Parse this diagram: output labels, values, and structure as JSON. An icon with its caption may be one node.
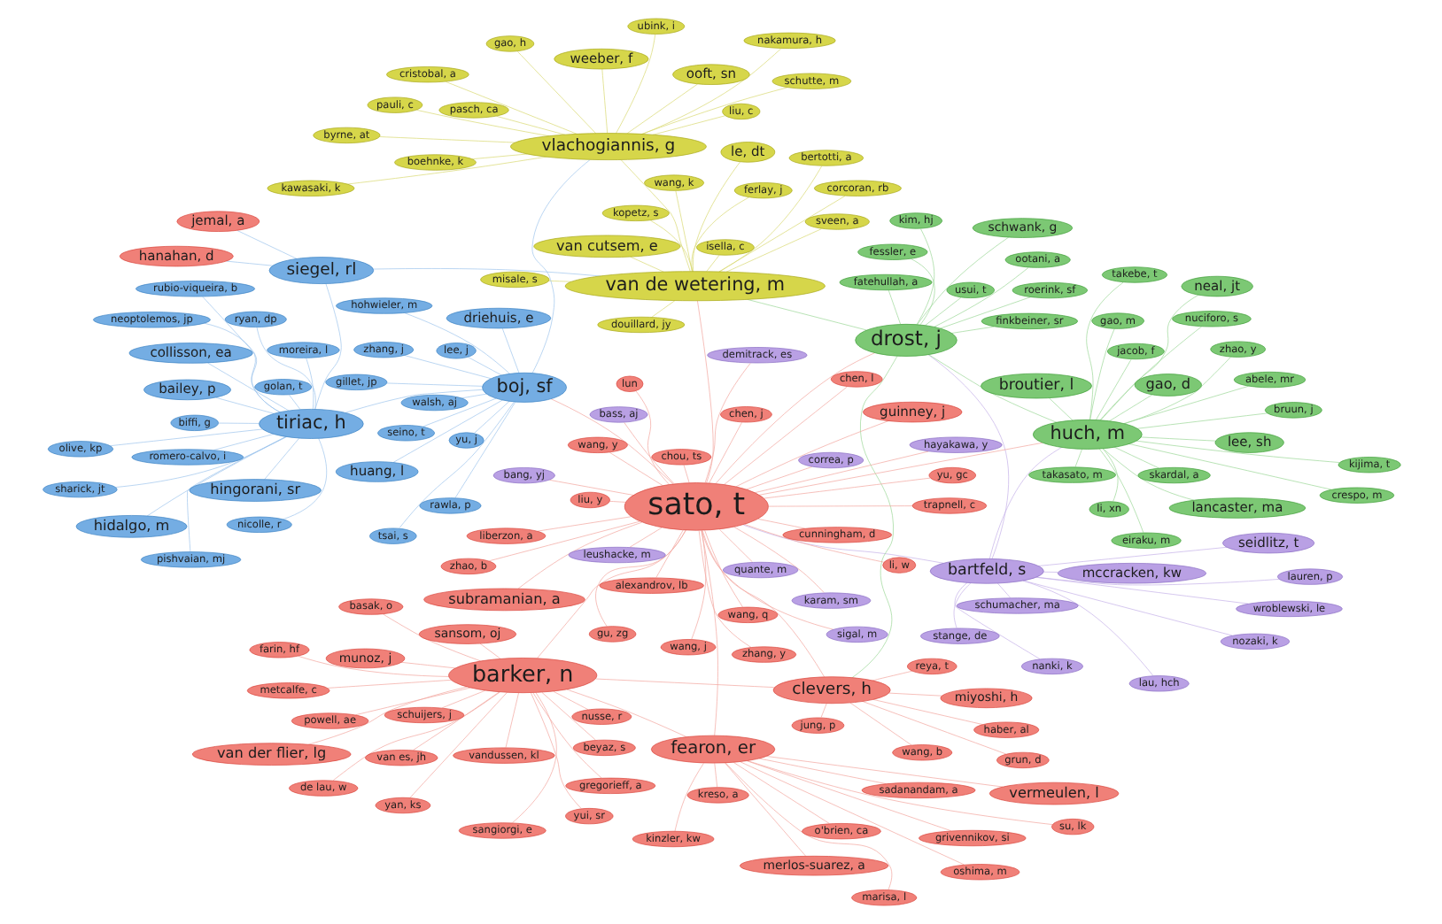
{
  "diagram": {
    "nodes": [
      {
        "text": [
          "takasato, m"
        ]
      },
      {
        "text": [
          "finkbeiner, sr"
        ]
      },
      {
        "text": [
          "eiraku, m"
        ]
      },
      {
        "text": [
          "takebe, t"
        ]
      },
      {
        "text": [
          "mccracken, kw"
        ]
      },
      {
        "text": [
          "schumacher, ma"
        ]
      },
      {
        "text": [
          "bartfeld, s"
        ]
      },
      {
        "text": [
          "wroblewski, le"
        ]
      },
      {
        "text": [
          "lancaster, ma"
        ]
      },
      {
        "text": [
          "crespo, m"
        ]
      },
      {
        "text": [
          "nozaki, k"
        ]
      },
      {
        "text": [
          "stange, de"
        ]
      },
      {
        "text": [
          "kijima, t"
        ]
      },
      {
        "text": [
          "seidlitz, t"
        ]
      },
      {
        "text": [
          "demitrack, es"
        ]
      },
      {
        "text": [
          "sigal, m"
        ]
      },
      {
        "text": [
          "karam, sm"
        ]
      },
      {
        "text": [
          "gao, m"
        ]
      },
      {
        "text": [
          "fatehullah, a"
        ]
      },
      {
        "text": [
          "jacob, f"
        ]
      },
      {
        "text": [
          "skardal, a"
        ]
      },
      {
        "text": [
          "nanki, k"
        ]
      },
      {
        "text": [
          "schwank, g"
        ]
      },
      {
        "text": [
          "hayakawa, y"
        ]
      },
      {
        "text": [
          "kim, hj"
        ]
      },
      {
        "text": [
          "yui, sr"
        ]
      },
      {
        "text": [
          "nuciforo, s"
        ]
      },
      {
        "text": [
          "huch, m"
        ]
      },
      {
        "text": [
          "lau, hch"
        ]
      },
      {
        "text": [
          "lauren, p"
        ]
      },
      {
        "text": [
          "correa, p"
        ]
      },
      {
        "text": [
          "vandussen, kl"
        ]
      },
      {
        "text": [
          "kawasaki, k"
        ]
      },
      {
        "text": [
          "usui, t"
        ]
      },
      {
        "text": [
          "ootani, a"
        ]
      },
      {
        "text": [
          "quante, m"
        ]
      },
      {
        "text": [
          "gao, d"
        ]
      },
      {
        "text": [
          "hohwieler, m"
        ]
      },
      {
        "text": [
          "broutier, l"
        ]
      },
      {
        "text": [
          "cristobal, a"
        ]
      },
      {
        "text": [
          "bass, aj"
        ]
      },
      {
        "text": [
          "fessler, e"
        ]
      },
      {
        "text": [
          "leushacke, m"
        ]
      },
      {
        "text": [
          "zhao, y"
        ]
      },
      {
        "text": [
          "lee, sh"
        ]
      },
      {
        "text": [
          "li, xn"
        ]
      },
      {
        "text": [
          "grun, d"
        ]
      },
      {
        "text": [
          "drost, j"
        ]
      },
      {
        "text": [
          "abele, mr"
        ]
      },
      {
        "text": [
          "clevers, h"
        ]
      },
      {
        "text": [
          "farin, hf"
        ]
      },
      {
        "text": [
          "nakamura, h"
        ]
      },
      {
        "text": [
          "wang, k"
        ]
      },
      {
        "text": [
          "neal, jt"
        ]
      },
      {
        "text": [
          "lee, j"
        ]
      },
      {
        "text": [
          "jung, p"
        ]
      },
      {
        "text": [
          "de lau, w"
        ]
      },
      {
        "text": [
          "weeber, f"
        ]
      },
      {
        "text": [
          "roerink, sf"
        ]
      },
      {
        "text": [
          "bang, yj"
        ]
      },
      {
        "text": [
          "liu, y"
        ]
      },
      {
        "text": [
          "barker, n"
        ]
      },
      {
        "text": [
          "pauli, c"
        ]
      },
      {
        "text": [
          "driehuis, e"
        ]
      },
      {
        "text": [
          "bruun, j"
        ]
      },
      {
        "text": [
          "sato, t"
        ]
      },
      {
        "text": [
          "cunningham, d"
        ]
      },
      {
        "text": [
          "beyaz, s"
        ]
      },
      {
        "text": [
          "wang, b"
        ]
      },
      {
        "text": [
          "powell, ae"
        ]
      },
      {
        "text": [
          "sangiorgi, e"
        ]
      },
      {
        "text": [
          "vlachogiannis, g"
        ]
      },
      {
        "text": [
          "van de wetering, m"
        ]
      },
      {
        "text": [
          "seino, t"
        ]
      },
      {
        "text": [
          "huang, l"
        ]
      },
      {
        "text": [
          "pasch, ca"
        ]
      },
      {
        "text": [
          "ooft, sn"
        ]
      },
      {
        "text": [
          "yan, ks"
        ]
      },
      {
        "text": [
          "van es, jh"
        ]
      },
      {
        "text": [
          "miyoshi, h"
        ]
      },
      {
        "text": [
          "walsh, aj"
        ]
      },
      {
        "text": [
          "byrne, at"
        ]
      },
      {
        "text": [
          "ferlay, j"
        ]
      },
      {
        "text": [
          "wang, q"
        ]
      },
      {
        "text": [
          "lun"
        ]
      },
      {
        "text": [
          "wang, y"
        ]
      },
      {
        "text": [
          "reya, t"
        ]
      },
      {
        "text": [
          "basak, o"
        ]
      },
      {
        "text": [
          "boj, sf"
        ]
      },
      {
        "text": [
          "tsai, s"
        ]
      },
      {
        "text": [
          "ubink, i"
        ]
      },
      {
        "text": [
          "van der flier, lg"
        ]
      },
      {
        "text": [
          "nusse, r"
        ]
      },
      {
        "text": [
          "chen, j"
        ]
      },
      {
        "text": [
          "schuijers, j"
        ]
      },
      {
        "text": [
          "boehnke, k"
        ]
      },
      {
        "text": [
          "yu, j"
        ]
      },
      {
        "text": [
          "liu, c"
        ]
      },
      {
        "text": [
          "li, w"
        ]
      },
      {
        "text": [
          "tiriac, h"
        ]
      },
      {
        "text": [
          "moreira, l"
        ]
      },
      {
        "text": [
          "jemal, a"
        ]
      },
      {
        "text": [
          "zhao, b"
        ]
      },
      {
        "text": [
          "sharick, jt"
        ]
      },
      {
        "text": [
          "gillet, jp"
        ]
      },
      {
        "text": [
          "schutte, m"
        ]
      },
      {
        "text": [
          "haber, al"
        ]
      },
      {
        "text": [
          "gregorieff, a"
        ]
      },
      {
        "text": [
          "hanahan, d"
        ]
      },
      {
        "text": [
          "chen, l"
        ]
      },
      {
        "text": [
          "grivennikov, si"
        ]
      },
      {
        "text": [
          "vermeulen, l"
        ]
      },
      {
        "text": [
          "munoz, j"
        ]
      },
      {
        "text": [
          "metcalfe, c"
        ]
      },
      {
        "text": [
          "biffi, g"
        ]
      },
      {
        "text": [
          "gao, h"
        ]
      },
      {
        "text": [
          "zhang, j"
        ]
      },
      {
        "text": [
          "alexandrov, lb"
        ]
      },
      {
        "text": [
          "zhang, y"
        ]
      },
      {
        "text": [
          "yu, gc"
        ]
      },
      {
        "text": [
          "romero-calvo, i"
        ]
      },
      {
        "text": [
          "hidalgo, m"
        ]
      },
      {
        "text": [
          "rawla, p"
        ]
      },
      {
        "text": [
          "fearon, er"
        ]
      },
      {
        "text": [
          "su, lk"
        ]
      },
      {
        "text": [
          "kinzler, kw"
        ]
      },
      {
        "text": [
          "siegel, rl"
        ]
      },
      {
        "text": [
          "o'brien, ca"
        ]
      },
      {
        "text": [
          "sansom, oj"
        ]
      },
      {
        "text": [
          "kreso, a"
        ]
      },
      {
        "text": [
          "rubio-viqueira, b"
        ]
      },
      {
        "text": [
          "ryan, dp"
        ]
      },
      {
        "text": [
          "wang, j"
        ]
      },
      {
        "text": [
          "trapnell, c"
        ]
      },
      {
        "text": [
          "guinney, j"
        ]
      },
      {
        "text": [
          "merlos-suarez, a"
        ]
      },
      {
        "text": [
          "oshima, m"
        ]
      },
      {
        "text": [
          "nicolle, r"
        ]
      },
      {
        "text": [
          "bailey, p"
        ]
      },
      {
        "text": [
          "hingorani, sr"
        ]
      },
      {
        "text": [
          "le, dt"
        ]
      },
      {
        "text": [
          "gu, zg"
        ]
      },
      {
        "text": [
          "chou, ts"
        ]
      },
      {
        "text": [
          "subramanian, a"
        ]
      },
      {
        "text": [
          "olive, kp"
        ]
      },
      {
        "text": [
          "collisson, ea"
        ]
      },
      {
        "text": [
          "neoptolemos, jp"
        ]
      },
      {
        "text": [
          "liberzon, a"
        ]
      },
      {
        "text": [
          "sadanandam, a"
        ]
      },
      {
        "text": [
          "bertotti, a"
        ]
      },
      {
        "text": [
          "sveen, a"
        ]
      },
      {
        "text": [
          "pishvaian, mj"
        ]
      },
      {
        "text": [
          "van cutsem, e"
        ]
      },
      {
        "text": [
          "douillard, jy"
        ]
      },
      {
        "text": [
          "isella, c"
        ]
      },
      {
        "text": [
          "marisa, l"
        ]
      },
      {
        "text": [
          "corcoran, rb"
        ]
      },
      {
        "text": [
          "golan, t"
        ]
      },
      {
        "text": [
          "misale, s"
        ]
      },
      {
        "text": [
          "kopetz, s"
        ]
      }
    ],
    "edges": [
      {
        "from": 65,
        "to": 61,
        "arrow": "none"
      },
      {
        "from": 65,
        "to": 49,
        "arrow": "none"
      },
      {
        "from": 61,
        "to": 49,
        "arrow": "none"
      },
      {
        "from": 65,
        "to": 47,
        "arrow": "none"
      },
      {
        "from": 65,
        "to": 72,
        "arrow": "none"
      },
      {
        "from": 65,
        "to": 27,
        "arrow": "none"
      },
      {
        "from": 65,
        "to": 88,
        "arrow": "none"
      },
      {
        "from": 65,
        "to": 123,
        "arrow": "none"
      },
      {
        "from": 61,
        "to": 123,
        "arrow": "none"
      },
      {
        "from": 47,
        "to": 27,
        "arrow": "none",
        "color": "#9ad795"
      },
      {
        "from": 47,
        "to": 72,
        "arrow": "none",
        "color": "#9ad795"
      },
      {
        "from": 47,
        "to": 49,
        "arrow": "none",
        "color": "#9ad795"
      },
      {
        "from": 72,
        "to": 71,
        "arrow": "none",
        "color": "#d8d86e"
      },
      {
        "from": 6,
        "to": 27,
        "arrow": "none",
        "color": "#c4b0e8"
      },
      {
        "from": 6,
        "to": 47,
        "arrow": "none",
        "color": "#c4b0e8"
      },
      {
        "from": 88,
        "to": 99,
        "arrow": "none",
        "color": "#9dc3ec"
      },
      {
        "from": 88,
        "to": 71,
        "arrow": "none",
        "color": "#9dc3ec"
      },
      {
        "from": 99,
        "to": 126,
        "arrow": "none",
        "color": "#9dc3ec"
      },
      {
        "from": 126,
        "to": 72,
        "arrow": "none",
        "color": "#9dc3ec"
      },
      {
        "from": 6,
        "to": 65,
        "arrow": "none",
        "color": "#c4b0e8"
      },
      {
        "from": 27,
        "to": 0,
        "arrow": "none",
        "color": "#9ad795"
      },
      {
        "from": 47,
        "to": 1,
        "arrow": "none",
        "color": "#9ad795"
      },
      {
        "from": 27,
        "to": 2,
        "arrow": "none",
        "color": "#9ad795"
      },
      {
        "from": 27,
        "to": 3,
        "arrow": "none",
        "color": "#9ad795"
      },
      {
        "from": 6,
        "to": 4,
        "arrow": "none",
        "color": "#c4b0e8"
      },
      {
        "from": 6,
        "to": 5,
        "arrow": "none",
        "color": "#c4b0e8"
      },
      {
        "from": 6,
        "to": 7,
        "arrow": "none",
        "color": "#c4b0e8"
      },
      {
        "from": 27,
        "to": 8,
        "arrow": "none",
        "color": "#9ad795"
      },
      {
        "from": 27,
        "to": 9,
        "arrow": "none",
        "color": "#9ad795"
      },
      {
        "from": 6,
        "to": 10,
        "arrow": "none",
        "color": "#c4b0e8"
      },
      {
        "from": 6,
        "to": 11,
        "arrow": "none",
        "color": "#c4b0e8"
      },
      {
        "from": 27,
        "to": 12,
        "arrow": "none",
        "color": "#9ad795"
      },
      {
        "from": 6,
        "to": 13,
        "arrow": "none",
        "color": "#c4b0e8"
      },
      {
        "from": 65,
        "to": 14,
        "arrow": "none"
      },
      {
        "from": 65,
        "to": 15,
        "arrow": "none"
      },
      {
        "from": 65,
        "to": 16,
        "arrow": "none"
      },
      {
        "from": 27,
        "to": 17,
        "arrow": "none",
        "color": "#9ad795"
      },
      {
        "from": 47,
        "to": 18,
        "arrow": "none",
        "color": "#9ad795"
      },
      {
        "from": 27,
        "to": 19,
        "arrow": "none",
        "color": "#9ad795"
      },
      {
        "from": 27,
        "to": 20,
        "arrow": "none",
        "color": "#9ad795"
      },
      {
        "from": 6,
        "to": 21,
        "arrow": "none",
        "color": "#c4b0e8"
      },
      {
        "from": 47,
        "to": 22,
        "arrow": "none",
        "color": "#9ad795"
      },
      {
        "from": 65,
        "to": 23,
        "arrow": "none"
      },
      {
        "from": 47,
        "to": 24,
        "arrow": "none",
        "color": "#9ad795"
      },
      {
        "from": 61,
        "to": 25,
        "arrow": "none"
      },
      {
        "from": 27,
        "to": 26,
        "arrow": "none",
        "color": "#9ad795"
      },
      {
        "from": 6,
        "to": 28,
        "arrow": "none",
        "color": "#c4b0e8"
      },
      {
        "from": 6,
        "to": 29,
        "arrow": "none",
        "color": "#c4b0e8"
      },
      {
        "from": 65,
        "to": 30,
        "arrow": "none"
      },
      {
        "from": 61,
        "to": 31,
        "arrow": "none"
      },
      {
        "from": 71,
        "to": 32,
        "arrow": "none",
        "color": "#d8d86e"
      },
      {
        "from": 47,
        "to": 33,
        "arrow": "none",
        "color": "#9ad795"
      },
      {
        "from": 47,
        "to": 34,
        "arrow": "none",
        "color": "#9ad795"
      },
      {
        "from": 65,
        "to": 35,
        "arrow": "none"
      },
      {
        "from": 27,
        "to": 36,
        "arrow": "none",
        "color": "#9ad795"
      },
      {
        "from": 88,
        "to": 37,
        "arrow": "none",
        "color": "#9dc3ec"
      },
      {
        "from": 27,
        "to": 38,
        "arrow": "none",
        "color": "#9ad795"
      },
      {
        "from": 71,
        "to": 39,
        "arrow": "none",
        "color": "#d8d86e"
      },
      {
        "from": 65,
        "to": 40,
        "arrow": "none"
      },
      {
        "from": 47,
        "to": 41,
        "arrow": "none",
        "color": "#9ad795"
      },
      {
        "from": 65,
        "to": 42,
        "arrow": "none"
      },
      {
        "from": 27,
        "to": 43,
        "arrow": "none",
        "color": "#9ad795"
      },
      {
        "from": 27,
        "to": 44,
        "arrow": "none",
        "color": "#9ad795"
      },
      {
        "from": 27,
        "to": 45,
        "arrow": "none",
        "color": "#9ad795"
      },
      {
        "from": 49,
        "to": 46,
        "arrow": "none"
      },
      {
        "from": 27,
        "to": 48,
        "arrow": "none",
        "color": "#9ad795"
      },
      {
        "from": 61,
        "to": 50,
        "arrow": "none"
      },
      {
        "from": 71,
        "to": 51,
        "arrow": "none",
        "color": "#d8d86e"
      },
      {
        "from": 72,
        "to": 52,
        "arrow": "none",
        "color": "#d8d86e"
      },
      {
        "from": 27,
        "to": 53,
        "arrow": "none",
        "color": "#9ad795"
      },
      {
        "from": 88,
        "to": 54,
        "arrow": "none",
        "color": "#9dc3ec"
      },
      {
        "from": 49,
        "to": 55,
        "arrow": "none"
      },
      {
        "from": 61,
        "to": 56,
        "arrow": "none"
      },
      {
        "from": 71,
        "to": 57,
        "arrow": "none",
        "color": "#d8d86e"
      },
      {
        "from": 47,
        "to": 58,
        "arrow": "none",
        "color": "#9ad795"
      },
      {
        "from": 65,
        "to": 59,
        "arrow": "none"
      },
      {
        "from": 65,
        "to": 60,
        "arrow": "none"
      },
      {
        "from": 71,
        "to": 62,
        "arrow": "none",
        "color": "#d8d86e"
      },
      {
        "from": 88,
        "to": 63,
        "arrow": "none",
        "color": "#9dc3ec"
      },
      {
        "from": 27,
        "to": 64,
        "arrow": "none",
        "color": "#9ad795"
      },
      {
        "from": 65,
        "to": 66,
        "arrow": "none"
      },
      {
        "from": 61,
        "to": 67,
        "arrow": "none"
      },
      {
        "from": 49,
        "to": 68,
        "arrow": "none"
      },
      {
        "from": 61,
        "to": 69,
        "arrow": "none"
      },
      {
        "from": 61,
        "to": 70,
        "arrow": "none"
      },
      {
        "from": 88,
        "to": 73,
        "arrow": "none",
        "color": "#9dc3ec"
      },
      {
        "from": 88,
        "to": 74,
        "arrow": "none",
        "color": "#9dc3ec"
      },
      {
        "from": 71,
        "to": 75,
        "arrow": "none",
        "color": "#d8d86e"
      },
      {
        "from": 71,
        "to": 76,
        "arrow": "none",
        "color": "#d8d86e"
      },
      {
        "from": 61,
        "to": 77,
        "arrow": "none"
      },
      {
        "from": 61,
        "to": 78,
        "arrow": "none"
      },
      {
        "from": 49,
        "to": 79,
        "arrow": "none"
      },
      {
        "from": 88,
        "to": 80,
        "arrow": "none",
        "color": "#9dc3ec"
      },
      {
        "from": 71,
        "to": 81,
        "arrow": "none",
        "color": "#d8d86e"
      },
      {
        "from": 72,
        "to": 82,
        "arrow": "none",
        "color": "#d8d86e"
      },
      {
        "from": 65,
        "to": 83,
        "arrow": "none"
      },
      {
        "from": 65,
        "to": 84,
        "arrow": "none"
      },
      {
        "from": 65,
        "to": 85,
        "arrow": "none"
      },
      {
        "from": 49,
        "to": 86,
        "arrow": "none"
      },
      {
        "from": 61,
        "to": 87,
        "arrow": "none"
      },
      {
        "from": 88,
        "to": 89,
        "arrow": "none",
        "color": "#9dc3ec"
      },
      {
        "from": 71,
        "to": 90,
        "arrow": "none",
        "color": "#d8d86e"
      },
      {
        "from": 61,
        "to": 91,
        "arrow": "none"
      },
      {
        "from": 61,
        "to": 92,
        "arrow": "none"
      },
      {
        "from": 65,
        "to": 93,
        "arrow": "none"
      },
      {
        "from": 61,
        "to": 94,
        "arrow": "none"
      },
      {
        "from": 71,
        "to": 95,
        "arrow": "none",
        "color": "#d8d86e"
      },
      {
        "from": 88,
        "to": 96,
        "arrow": "none",
        "color": "#9dc3ec"
      },
      {
        "from": 71,
        "to": 97,
        "arrow": "none",
        "color": "#d8d86e"
      },
      {
        "from": 65,
        "to": 98,
        "arrow": "none"
      },
      {
        "from": 99,
        "to": 100,
        "arrow": "none",
        "color": "#9dc3ec"
      },
      {
        "from": 126,
        "to": 101,
        "arrow": "none",
        "color": "#9dc3ec"
      },
      {
        "from": 65,
        "to": 102,
        "arrow": "none"
      },
      {
        "from": 99,
        "to": 103,
        "arrow": "none",
        "color": "#9dc3ec"
      },
      {
        "from": 88,
        "to": 104,
        "arrow": "none",
        "color": "#9dc3ec"
      },
      {
        "from": 71,
        "to": 105,
        "arrow": "none",
        "color": "#d8d86e"
      },
      {
        "from": 49,
        "to": 106,
        "arrow": "none"
      },
      {
        "from": 61,
        "to": 107,
        "arrow": "none"
      },
      {
        "from": 126,
        "to": 108,
        "arrow": "none",
        "color": "#9dc3ec"
      },
      {
        "from": 65,
        "to": 109,
        "arrow": "none"
      },
      {
        "from": 123,
        "to": 110,
        "arrow": "none"
      },
      {
        "from": 123,
        "to": 111,
        "arrow": "none"
      },
      {
        "from": 61,
        "to": 112,
        "arrow": "none"
      },
      {
        "from": 61,
        "to": 113,
        "arrow": "none"
      },
      {
        "from": 99,
        "to": 114,
        "arrow": "none",
        "color": "#9dc3ec"
      },
      {
        "from": 71,
        "to": 115,
        "arrow": "none",
        "color": "#d8d86e"
      },
      {
        "from": 88,
        "to": 116,
        "arrow": "none",
        "color": "#9dc3ec"
      },
      {
        "from": 65,
        "to": 117,
        "arrow": "none"
      },
      {
        "from": 65,
        "to": 118,
        "arrow": "none"
      },
      {
        "from": 65,
        "to": 119,
        "arrow": "none"
      },
      {
        "from": 99,
        "to": 120,
        "arrow": "none",
        "color": "#9dc3ec"
      },
      {
        "from": 99,
        "to": 121,
        "arrow": "none",
        "color": "#9dc3ec"
      },
      {
        "from": 88,
        "to": 122,
        "arrow": "none",
        "color": "#9dc3ec"
      },
      {
        "from": 123,
        "to": 124,
        "arrow": "none"
      },
      {
        "from": 123,
        "to": 125,
        "arrow": "none"
      },
      {
        "from": 123,
        "to": 127,
        "arrow": "none"
      },
      {
        "from": 61,
        "to": 128,
        "arrow": "none"
      },
      {
        "from": 123,
        "to": 129,
        "arrow": "none"
      },
      {
        "from": 99,
        "to": 130,
        "arrow": "none",
        "color": "#9dc3ec"
      },
      {
        "from": 99,
        "to": 131,
        "arrow": "none",
        "color": "#9dc3ec"
      },
      {
        "from": 65,
        "to": 132,
        "arrow": "none"
      },
      {
        "from": 65,
        "to": 133,
        "arrow": "none"
      },
      {
        "from": 65,
        "to": 134,
        "arrow": "none"
      },
      {
        "from": 123,
        "to": 135,
        "arrow": "none"
      },
      {
        "from": 123,
        "to": 136,
        "arrow": "none"
      },
      {
        "from": 99,
        "to": 137,
        "arrow": "none",
        "color": "#9dc3ec"
      },
      {
        "from": 99,
        "to": 138,
        "arrow": "none",
        "color": "#9dc3ec"
      },
      {
        "from": 99,
        "to": 139,
        "arrow": "none",
        "color": "#9dc3ec"
      },
      {
        "from": 72,
        "to": 140,
        "arrow": "none",
        "color": "#d8d86e"
      },
      {
        "from": 65,
        "to": 141,
        "arrow": "none"
      },
      {
        "from": 65,
        "to": 142,
        "arrow": "none"
      },
      {
        "from": 65,
        "to": 143,
        "arrow": "none"
      },
      {
        "from": 99,
        "to": 144,
        "arrow": "none",
        "color": "#9dc3ec"
      },
      {
        "from": 99,
        "to": 145,
        "arrow": "none",
        "color": "#9dc3ec"
      },
      {
        "from": 99,
        "to": 146,
        "arrow": "none",
        "color": "#9dc3ec"
      },
      {
        "from": 65,
        "to": 147,
        "arrow": "none"
      },
      {
        "from": 123,
        "to": 148,
        "arrow": "none"
      },
      {
        "from": 72,
        "to": 149,
        "arrow": "none",
        "color": "#d8d86e"
      },
      {
        "from": 72,
        "to": 150,
        "arrow": "none",
        "color": "#d8d86e"
      },
      {
        "from": 99,
        "to": 151,
        "arrow": "none",
        "color": "#9dc3ec"
      },
      {
        "from": 72,
        "to": 152,
        "arrow": "none",
        "color": "#d8d86e"
      },
      {
        "from": 72,
        "to": 153,
        "arrow": "none",
        "color": "#d8d86e"
      },
      {
        "from": 72,
        "to": 154,
        "arrow": "none",
        "color": "#d8d86e"
      },
      {
        "from": 123,
        "to": 155,
        "arrow": "none"
      },
      {
        "from": 72,
        "to": 156,
        "arrow": "none",
        "color": "#d8d86e"
      },
      {
        "from": 99,
        "to": 157,
        "arrow": "none",
        "color": "#9dc3ec"
      },
      {
        "from": 72,
        "to": 158,
        "arrow": "none",
        "color": "#d8d86e"
      },
      {
        "from": 72,
        "to": 159,
        "arrow": "none",
        "color": "#d8d86e"
      }
    ]
  }
}
